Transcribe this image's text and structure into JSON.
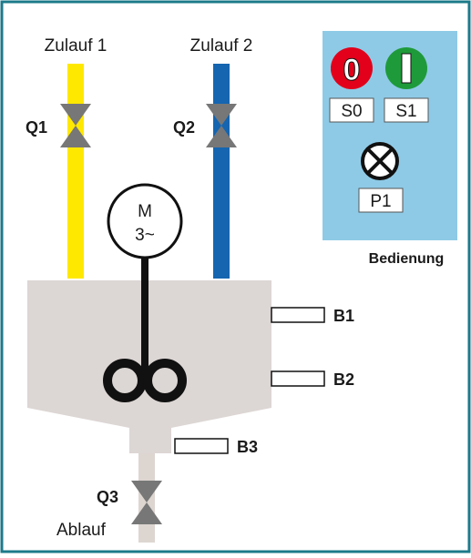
{
  "inlets": {
    "inlet1_label": "Zulauf 1",
    "inlet2_label": "Zulauf 2"
  },
  "valves": {
    "q1": "Q1",
    "q2": "Q2",
    "q3": "Q3"
  },
  "motor": {
    "letter": "M",
    "phase": "3~"
  },
  "sensors": {
    "b1": "B1",
    "b2": "B2",
    "b3": "B3"
  },
  "outlet": {
    "label": "Ablauf"
  },
  "control_panel": {
    "title": "Bedienung",
    "stop_button_symbol": "0",
    "start_button_symbol": "I",
    "stop_label": "S0",
    "start_label": "S1",
    "lamp_label": "P1"
  },
  "colors": {
    "frame": "#1c7a8a",
    "inlet1_pipe": "#ffe800",
    "inlet2_pipe": "#1565b0",
    "outlet_pipe": "#ddd5d0",
    "tank": "#dcd6d4",
    "valve": "#777777",
    "panel": "#8ecae6",
    "stop_button": "#e2001a",
    "start_button": "#1f9a3a"
  }
}
